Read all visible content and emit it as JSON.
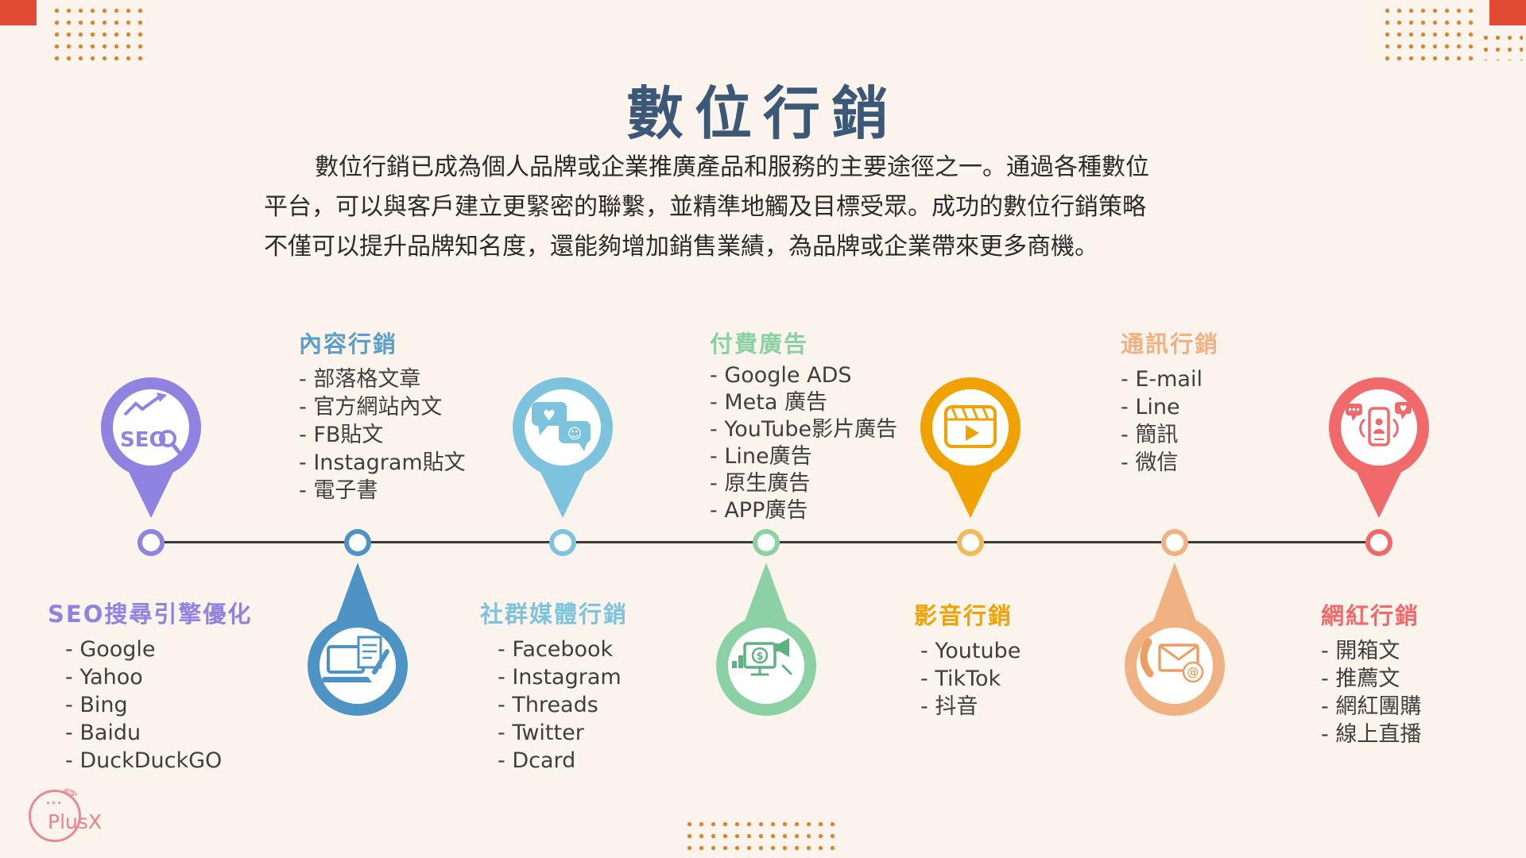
{
  "page": {
    "title": "數位行銷",
    "intro_lines": [
      "數位行銷已成為個人品牌或企業推廣產品和服務的主要途徑之一。通過各種數位",
      "平台，可以與客戶建立更緊密的聯繫，並精準地觸及目標受眾。成功的數位行銷策略",
      "不僅可以提升品牌知名度，還能夠增加銷售業績，為品牌或企業帶來更多商機。"
    ]
  },
  "theme": {
    "background": "#FBF4EC",
    "title_color": "#3C5877",
    "body_text_color": "#2B2B2B",
    "list_text_color": "#3F3F3F",
    "timeline_color": "#3B3B3B",
    "dot_color": "#D9832C",
    "corner_square_color": "#E14B33",
    "logo_color": "#E8828F"
  },
  "icons": {
    "seo_pin": "seo-magnifier-chart-pin",
    "content_drop": "laptop-document-pencil-drop",
    "social_pin": "chat-bubbles-pin",
    "paid_drop": "monitor-ads-megaphone-drop",
    "video_pin": "clapperboard-play-pin",
    "comm_drop": "phone-envelope-at-drop",
    "influencer_pin": "smartphone-social-reactions-pin",
    "heart": "♥",
    "smiley": "☺",
    "dollar": "$",
    "at": "@",
    "pencil": "✎"
  },
  "categories": [
    {
      "key": "seo",
      "title": "SEO搜尋引擎優化",
      "color": "#8F82E0",
      "side": "text-below-icon-above",
      "icon_label": "SEO",
      "items": [
        "- Google",
        "- Yahoo",
        "- Bing",
        "- Baidu",
        "- DuckDuckGO"
      ]
    },
    {
      "key": "content",
      "title": "內容行銷",
      "color": "#4D93C4",
      "side": "text-above-icon-below",
      "items": [
        "- 部落格文章",
        "- 官方網站內文",
        "- FB貼文",
        "- Instagram貼文",
        "- 電子書"
      ]
    },
    {
      "key": "social",
      "title": "社群媒體行銷",
      "color": "#7EC3DD",
      "side": "text-below-icon-above",
      "items": [
        "- Facebook",
        "- Instagram",
        "- Threads",
        "- Twitter",
        "- Dcard"
      ]
    },
    {
      "key": "paid",
      "title": "付費廣告",
      "color": "#8CD1A5",
      "side": "text-above-icon-below",
      "items": [
        "- Google ADS",
        "- Meta 廣告",
        "- YouTube影片廣告",
        "- Line廣告",
        "- 原生廣告",
        "- APP廣告"
      ]
    },
    {
      "key": "video",
      "title": "影音行銷",
      "color": "#F0A202",
      "side": "text-below-icon-above",
      "items": [
        "- Youtube",
        "- TikTok",
        "- 抖音"
      ]
    },
    {
      "key": "comm",
      "title": "通訊行銷",
      "color": "#F0B183",
      "side": "text-above-icon-below",
      "items": [
        "- E-mail",
        "- Line",
        "- 簡訊",
        "- 微信"
      ]
    },
    {
      "key": "influencer",
      "title": "網紅行銷",
      "color": "#F0696B",
      "side": "text-below-icon-above",
      "items": [
        "- 開箱文",
        "- 推薦文",
        "- 網紅團購",
        "- 線上直播"
      ]
    }
  ],
  "logo": {
    "text": "PlusX",
    "ellipsis": "..."
  }
}
